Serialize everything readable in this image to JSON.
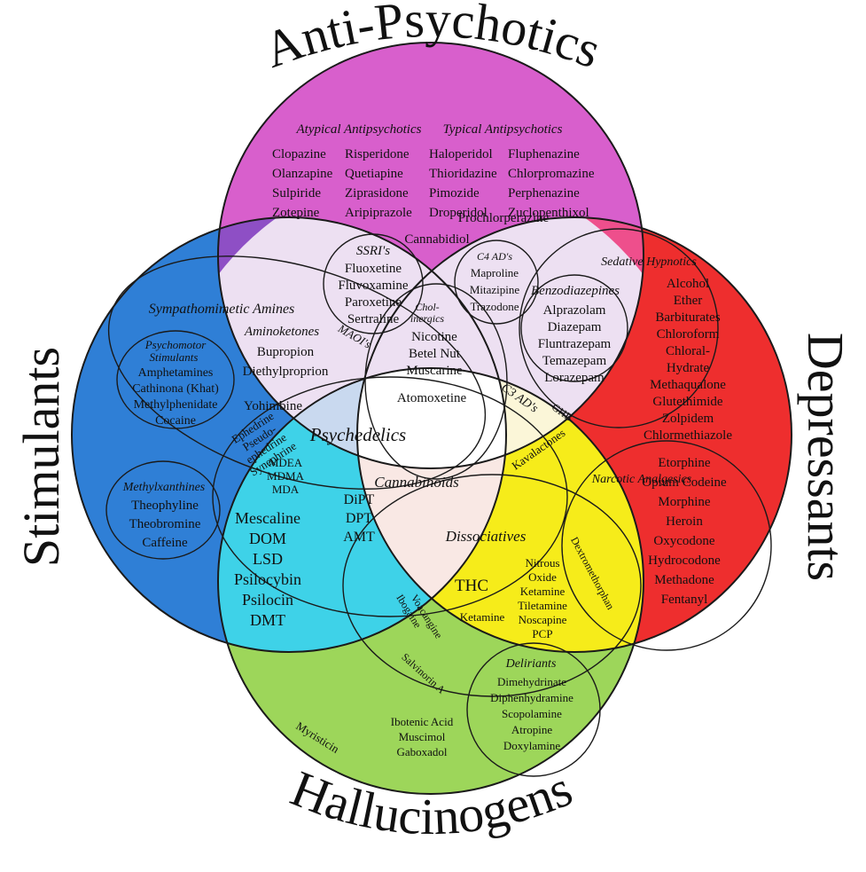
{
  "titles": {
    "top": "Anti-Psychotics",
    "left": "Stimulants",
    "right": "Depressants",
    "bottom": "Hallucinogens"
  },
  "colors": {
    "anti_psychotics": "#d85fcc",
    "stimulants": "#2f7fd6",
    "depressants": "#ee2e2e",
    "hallucinogens": "#9dd65a",
    "stim_anti_overlap": "#8e4fc5",
    "anti_dep_overlap": "#ee4f8c",
    "stim_hall_overlap": "#3ed2e8",
    "dep_hall_overlap": "#f6ec1a",
    "center_pale_purple": "#ede0f2",
    "center_pale_blue": "#c9d9ef",
    "center_pale_yellow": "#fbf6d8",
    "center_pale_pink": "#f9e8e4"
  },
  "anti": {
    "atypical_title": "Atypical Antipsychotics",
    "atypical_a": [
      "Clopazine",
      "Olanzapine",
      "Sulpiride",
      "Zotepine"
    ],
    "atypical_b": [
      "Risperidone",
      "Quetiapine",
      "Ziprasidone",
      "Aripiprazole"
    ],
    "typical_title": "Typical Antipsychotics",
    "typical_a": [
      "Haloperidol",
      "Thioridazine",
      "Pimozide",
      "Droperidol"
    ],
    "typical_b": [
      "Fluphenazine",
      "Chlorpromazine",
      "Perphenazine",
      "Zuclopenthixol"
    ],
    "extra": "Prochlorperazine",
    "cannabidiol": "Cannabidiol"
  },
  "ssri": {
    "title": "SSRI's",
    "items": [
      "Fluoxetine",
      "Fluvoxamine",
      "Paroxetine",
      "Sertraline"
    ]
  },
  "c4ad": {
    "title": "C4 AD's",
    "items": [
      "Maproline",
      "Mitazipine",
      "Trazodone"
    ]
  },
  "cholinergics": {
    "title_a": "Chol-",
    "title_b": "inergics",
    "items": [
      "Nicotine",
      "Betel Nut",
      "Muscarine"
    ]
  },
  "maoi": "MAOI's",
  "stimulants": {
    "sympathomimetic": "Sympathomimetic Amines",
    "psychomotor_a": "Psychomotor",
    "psychomotor_b": "Stimulants",
    "psychomotor_items": [
      "Amphetamines",
      "Cathinona (Khat)",
      "Methylphenidate",
      "Cocaine"
    ],
    "methylxanthines": "Methylxanthines",
    "methylxanthine_items": [
      "Theophyline",
      "Theobromine",
      "Caffeine"
    ],
    "ephedrine": [
      "Ephedrine",
      "Pseudo-",
      "ephedrine",
      "Synephrine"
    ]
  },
  "aminoketones": {
    "title": "Aminoketones",
    "items": [
      "Bupropion",
      "Diethylproprion"
    ]
  },
  "yohimbine": "Yohimbine",
  "center": {
    "atomoxetine": "Atomoxetine",
    "psychedelics": "Psychedelics",
    "cannabinoids": "Cannabinoids",
    "c3ad": "C3 AD's",
    "ghb": "GHB",
    "kavalactones": "Kavalactones",
    "dissociatives": "Dissociatives",
    "thc": "THC"
  },
  "depressants": {
    "sedative": "Sedative Hypnotics",
    "sedative_items": [
      "Alcohol",
      "Ether",
      "Barbiturates",
      "Chloroform",
      "Chloral-",
      "Hydrate",
      "Methaqualone",
      "Glutethimide",
      "Zolpidem",
      "Chlormethiazole"
    ],
    "benzo_title": "Benzodiazepines",
    "benzo_items": [
      "Alprazolam",
      "Diazepam",
      "Fluntrazepam",
      "Temazepam",
      "Lorazepam"
    ],
    "narcotic_title": "Narcotic Analgesics",
    "narcotic_items": [
      "Etorphine",
      "Opium Codeine",
      "Morphine",
      "Heroin",
      "Oxycodone",
      "Hydrocodone",
      "Methadone",
      "Fentanyl"
    ]
  },
  "psychedelic_list": {
    "mdx": [
      "MDEA",
      "MDMA",
      "MDA"
    ],
    "left_col": [
      "Mescaline",
      "DOM",
      "LSD",
      "Psilocybin",
      "Psilocin",
      "DMT"
    ],
    "right_col": [
      "DiPT",
      "DPT",
      "AMT"
    ]
  },
  "dissociative_list": {
    "items": [
      "Nitrous",
      "Oxide",
      "Ketamine",
      "Tiletamine",
      "Noscapine",
      "PCP"
    ],
    "ketamine": "Ketamine",
    "dextro": "Dextromethorphan"
  },
  "hallucinogens": {
    "voacangine": "Voacangine",
    "ibogaine": "Ibogaine",
    "salvinorin": "Salvinorin A",
    "myristicin": "Myristicin",
    "amanita": [
      "Ibotenic Acid",
      "Muscimol",
      "Gaboxadol"
    ],
    "deliriants_title": "Deliriants",
    "deliriants": [
      "Dimehydrinate",
      "Diphenhydramine",
      "Scopolamine",
      "Atropine",
      "Doxylamine"
    ]
  }
}
